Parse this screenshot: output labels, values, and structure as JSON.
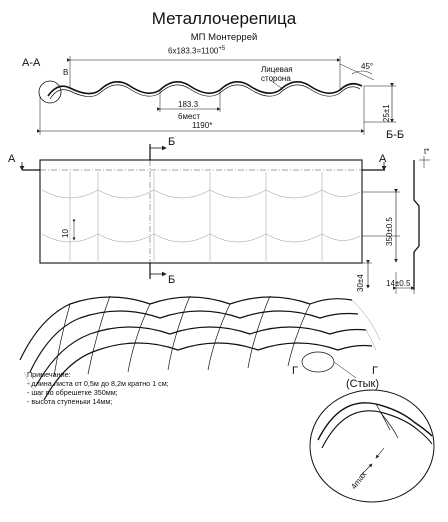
{
  "title": "Металлочерепица",
  "subtitle": "МП Монтеррей",
  "profile_dims": {
    "formula": "6x183.3=1100",
    "formula_sup": "+5",
    "step": "183.3",
    "step_count": "6мест",
    "total": "1190*",
    "angle": "45°",
    "height": "25±1",
    "face_label_1": "Лицевая",
    "face_label_2": "сторона"
  },
  "section_labels": {
    "aa": "А-А",
    "bb": "Б-Б",
    "v": "В",
    "a_left": "А",
    "a_right": "А",
    "b_top": "Б",
    "b_bottom": "Б",
    "g_left": "Г",
    "g_right": "Г",
    "t": "t*"
  },
  "plan_dims": {
    "pitch": "350±0.5",
    "step10": "10",
    "edge30": "30±4",
    "depth14": "14±0.5"
  },
  "notes": {
    "heading": "Примечание:",
    "items": [
      "- длина листа от 0,5м до 8,2м кратно 1 см;",
      "- шаг по обрешетке 350мм;",
      "- высота ступеньки 14мм;"
    ]
  },
  "joint": {
    "label": "(Стык)",
    "max": "4max"
  }
}
